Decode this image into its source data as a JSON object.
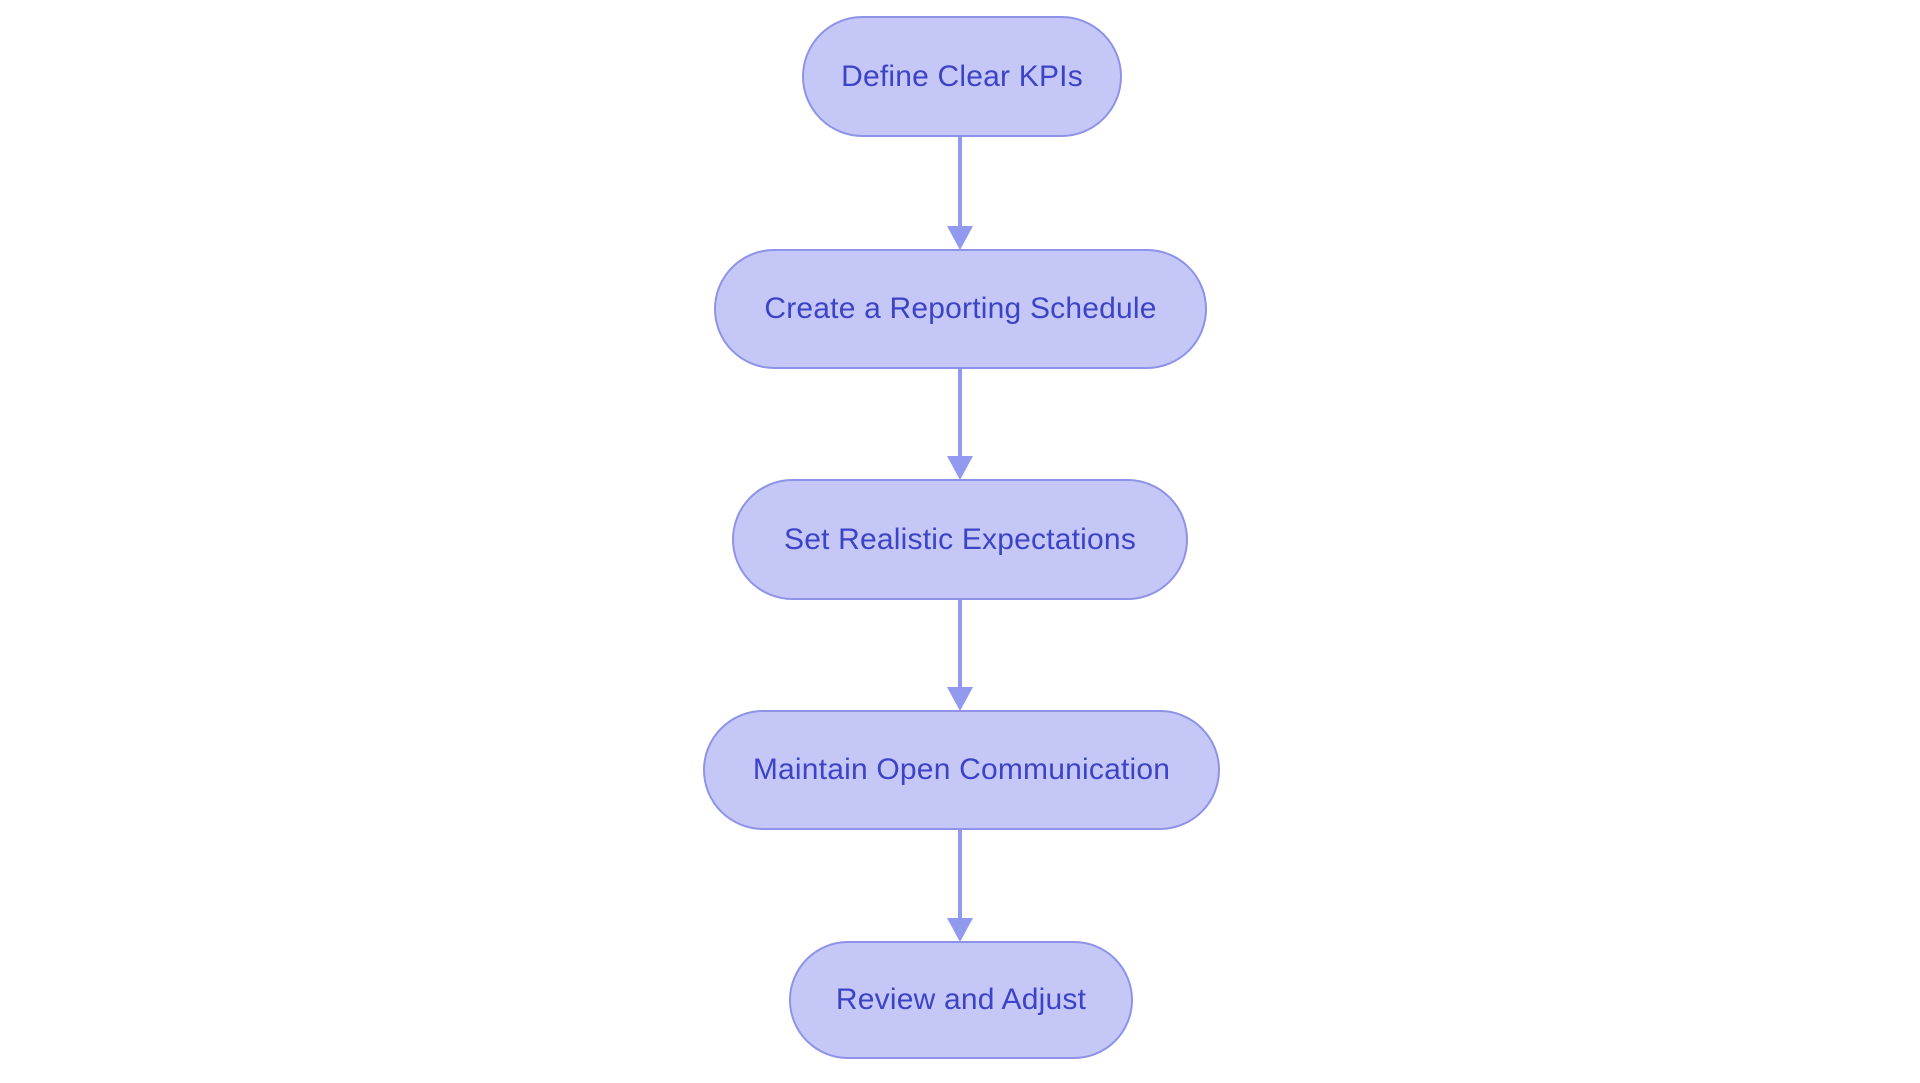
{
  "flowchart": {
    "type": "vertical-flowchart",
    "nodes": [
      {
        "id": "define-clear-kpis",
        "label": "Define Clear KPIs"
      },
      {
        "id": "create-reporting-schedule",
        "label": "Create a Reporting Schedule"
      },
      {
        "id": "set-realistic-expectations",
        "label": "Set Realistic Expectations"
      },
      {
        "id": "maintain-open-communication",
        "label": "Maintain Open Communication"
      },
      {
        "id": "review-and-adjust",
        "label": "Review and Adjust"
      }
    ],
    "connections": [
      {
        "from": "define-clear-kpis",
        "to": "create-reporting-schedule"
      },
      {
        "from": "create-reporting-schedule",
        "to": "set-realistic-expectations"
      },
      {
        "from": "set-realistic-expectations",
        "to": "maintain-open-communication"
      },
      {
        "from": "maintain-open-communication",
        "to": "review-and-adjust"
      }
    ],
    "colors": {
      "background": "#ffffff",
      "node_fill": "#c5c8f7",
      "node_border": "#8e93e9",
      "node_text": "#3d43c7",
      "arrow": "#929af0"
    }
  }
}
